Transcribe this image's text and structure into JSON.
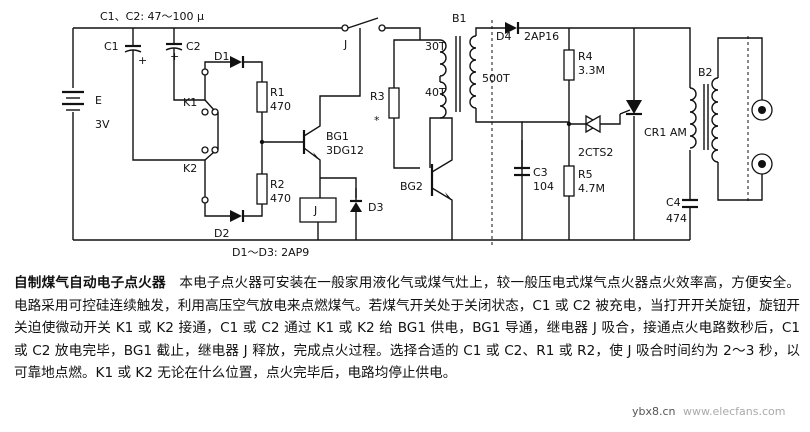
{
  "schematic": {
    "labels": {
      "c_range": "C1、C2: 47～100 μ",
      "c1": "C1",
      "c2": "C2",
      "plus1": "+",
      "plus2": "+",
      "battery": "E",
      "battery_v": "3V",
      "d1": "D1",
      "k1": "K1",
      "k2": "K2",
      "r1": "R1",
      "r1_v": "470",
      "r2": "R2",
      "r2_v": "470",
      "d2": "D2",
      "diode_note": "D1～D3: 2AP9",
      "bg1": "BG1",
      "bg1_type": "3DG12",
      "relay": "J",
      "d3": "D3",
      "switch_j": "J",
      "r3": "R3",
      "r3_star": "*",
      "bg2": "BG2",
      "b1": "B1",
      "t30": "30T",
      "t40": "40T",
      "t500": "500T",
      "d4": "D4",
      "d4_type": "2AP16",
      "r4": "R4",
      "r4_v": "3.3M",
      "c3": "C3",
      "c3_v": "104",
      "r5": "R5",
      "r5_v": "4.7M",
      "scr": "2CTS2",
      "cr1": "CR1 AM",
      "b2": "B2",
      "c4": "C4",
      "c4_v": "474"
    }
  },
  "description": {
    "title": "自制煤气自动电子点火器",
    "body": "本电子点火器可安装在一般家用液化气或煤气灶上，较一般压电式煤气点火器点火效率高，方便安全。电路采用可控硅连续触发，利用高压空气放电来点燃煤气。若煤气开关处于关闭状态，C1 或 C2 被充电，当打开开关旋钮，旋钮开关迫使微动开关 K1 或 K2 接通，C1 或 C2 通过 K1 或 K2 给 BG1 供电，BG1 导通，继电器 J 吸合，接通点火电路数秒后，C1 或 C2 放电完毕，BG1 截止，继电器 J 释放，完成点火过程。选择合适的 C1 或 C2、R1 或 R2，使 J 吸合时间约为 2～3 秒，以可靠地点燃。K1 或 K2 无论在什么位置，点火完毕后，电路均停止供电。"
  },
  "watermark": {
    "site": "ybx8.cn",
    "url": "www.elecfans.com"
  }
}
